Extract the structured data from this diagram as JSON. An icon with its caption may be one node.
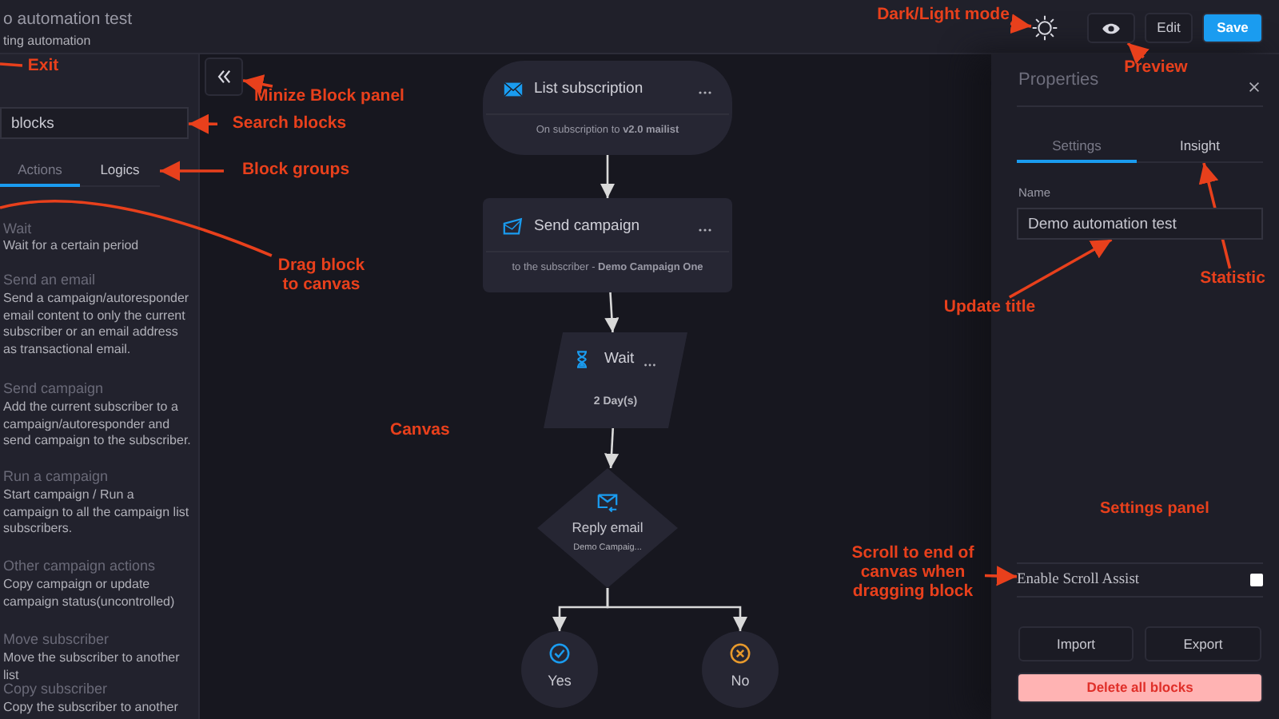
{
  "diagram": {
    "nodes": [
      {
        "text": [
          "Exit"
        ]
      },
      {
        "text": [],
        "shape": "button"
      },
      {
        "text": [
          "Minize Block panel"
        ]
      },
      {
        "text": [
          "blocks"
        ]
      },
      {
        "text": [
          "Search blocks"
        ]
      },
      {
        "text": [
          "Actions"
        ]
      },
      {
        "text": [
          "Logics"
        ]
      },
      {
        "text": [
          "Block groups"
        ]
      },
      {
        "text": [
          "Drag block to canvas"
        ]
      },
      {
        "text": [
          "List subscription",
          "On subscription to **v2.0 mailist**"
        ]
      },
      {
        "text": [
          "Send campaign",
          "to the subscriber - **Demo Campaign One**"
        ]
      },
      {
        "text": [
          "Wait",
          "2 Day(s)"
        ]
      },
      {
        "text": [
          "Reply email",
          "Demo Campaig..."
        ]
      },
      {
        "text": [
          "Yes"
        ]
      },
      {
        "text": [
          "No"
        ]
      },
      {
        "text": [],
        "shape": "circle"
      },
      {
        "text": [
          "Dark/Light mode"
        ]
      },
      {
        "text": [],
        "shape": "button"
      },
      {
        "text": [
          "Edit"
        ]
      },
      {
        "text": [
          "Save"
        ]
      },
      {
        "text": [
          "Preview"
        ]
      },
      {
        "text": [
          "Settings"
        ]
      },
      {
        "text": [
          "Insight"
        ]
      },
      {
        "text": [
          "Demo automation test"
        ]
      },
      {
        "text": [
          "Update title"
        ]
      },
      {
        "text": [
          "Statistic"
        ]
      },
      {
        "text": [
          "Enable Scroll Assist"
        ]
      },
      {
        "text": [
          "Scroll to end of canvas when dragging block"
        ]
      },
      {
        "text": [
          "Import"
        ]
      },
      {
        "text": [
          "Export"
        ]
      },
      {
        "text": [
          "Delete all blocks"
        ]
      }
    ],
    "edges": [
      {
        "from": 0,
        "to": null,
        "arrow": "none"
      },
      {
        "from": 2,
        "to": 1,
        "arrow": "to"
      },
      {
        "from": 4,
        "to": 3,
        "arrow": "to"
      },
      {
        "from": 7,
        "to": 6,
        "arrow": "to"
      },
      {
        "from": 8,
        "to": null,
        "arrow": "none"
      },
      {
        "from": 9,
        "to": 10,
        "arrow": "to",
        "color": "#d9d9d9"
      },
      {
        "from": 10,
        "to": 11,
        "arrow": "to",
        "color": "#d9d9d9"
      },
      {
        "from": 11,
        "to": 12,
        "arrow": "to",
        "color": "#d9d9d9"
      },
      {
        "from": 12,
        "to": 13,
        "arrow": "to",
        "color": "#d9d9d9"
      },
      {
        "from": 12,
        "to": 14,
        "arrow": "to",
        "color": "#d9d9d9"
      },
      {
        "from": 16,
        "to": 15,
        "arrow": "to"
      },
      {
        "from": 20,
        "to": 17,
        "arrow": "to"
      },
      {
        "from": 24,
        "to": 23,
        "arrow": "to"
      },
      {
        "from": 25,
        "to": 22,
        "arrow": "to"
      },
      {
        "from": 27,
        "to": 26,
        "arrow": "to"
      }
    ],
    "labels": [
      "o automation test",
      "ting automation",
      "Wait",
      "Wait for a certain period",
      "Send an email",
      "Send a campaign/autoresponder email content to only the current subscriber or an email address as transactional email.",
      "Send campaign",
      "Add the current subscriber to a campaign/autoresponder and send campaign to the subscriber.",
      "Run a campaign",
      "Start campaign / Run a campaign to all the campaign list subscribers.",
      "Other campaign actions",
      "Copy campaign or update campaign status(uncontrolled)",
      "Move subscriber",
      "Move the subscriber to another list",
      "Copy subscriber",
      "Copy the subscriber to another list",
      "Canvas",
      "Properties",
      "Name",
      "Settings panel"
    ]
  }
}
